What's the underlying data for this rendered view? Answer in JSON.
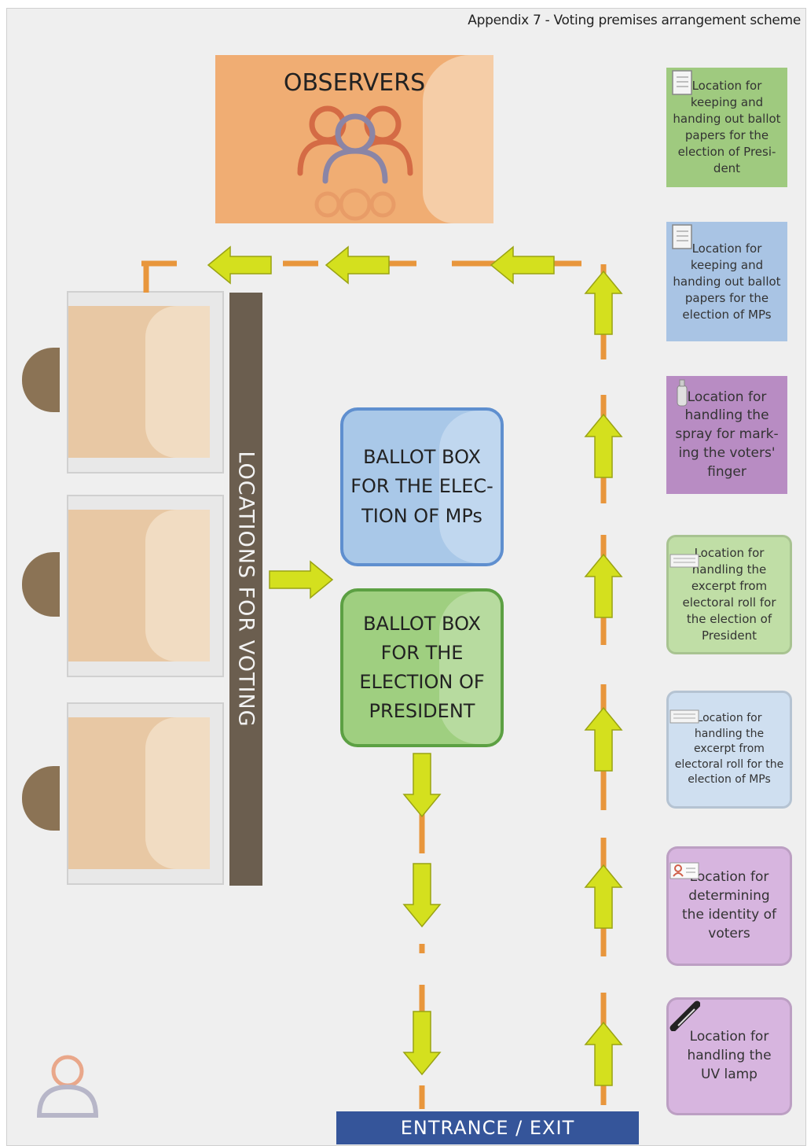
{
  "title": "Appendix 7 - Voting premises arrangement scheme",
  "observers": "OBSERVERS",
  "voting_locations": "LOCATIONS FOR VOTING",
  "ballot_box_mps": "BALLOT BOX FOR THE ELEC-TION OF MPs",
  "ballot_box_mps_lines": [
    "BALLOT BOX",
    "FOR THE ELEC-",
    "TION OF MPs"
  ],
  "ballot_box_president_lines": [
    "BALLOT BOX",
    "FOR THE",
    "ELECTION OF",
    "PRESIDENT"
  ],
  "entrance": "ENTRANCE / EXIT",
  "stations": [
    {
      "lines": [
        "Location for",
        "keeping and",
        "handing out ballot",
        "papers for the",
        "election of Presi-",
        "dent"
      ],
      "icon": "ballot-paper-icon",
      "color": "#9fca7f"
    },
    {
      "lines": [
        "Location for",
        "keeping and",
        "handing out ballot",
        "papers for the",
        "election of MPs"
      ],
      "icon": "ballot-paper-icon",
      "color": "#a9c4e4"
    },
    {
      "lines": [
        "Location for",
        "handling the",
        "spray for mark-",
        "ing the voters'",
        "finger"
      ],
      "icon": "spray-icon",
      "color": "#b88cc3"
    },
    {
      "lines": [
        "Location for",
        "handling the",
        "excerpt from",
        "electoral roll for",
        "the election of",
        "President"
      ],
      "icon": "electoral-roll-icon",
      "color": "#c0dea6"
    },
    {
      "lines": [
        "Location for",
        "handling the",
        "excerpt from",
        "electoral roll for the",
        "election of MPs"
      ],
      "icon": "electoral-roll-icon",
      "color": "#cfdff0"
    },
    {
      "lines": [
        "Location for",
        "determining",
        "the identity of",
        "voters"
      ],
      "icon": "id-card-icon",
      "color": "#d7b5df"
    },
    {
      "lines": [
        "Location for",
        "handling the",
        "UV lamp"
      ],
      "icon": "uv-lamp-icon",
      "color": "#d7b5df"
    }
  ],
  "colors": {
    "arrow_fill": "#d4e01e",
    "arrow_stroke": "#9aa313",
    "path_dash": "#e8963c",
    "observers_bg": "#f0ad73",
    "voting_bar": "#6b5e4f",
    "ballot_mps": "#a9c8e8",
    "ballot_president": "#9fcf80",
    "entrance_bg": "#35559a"
  }
}
